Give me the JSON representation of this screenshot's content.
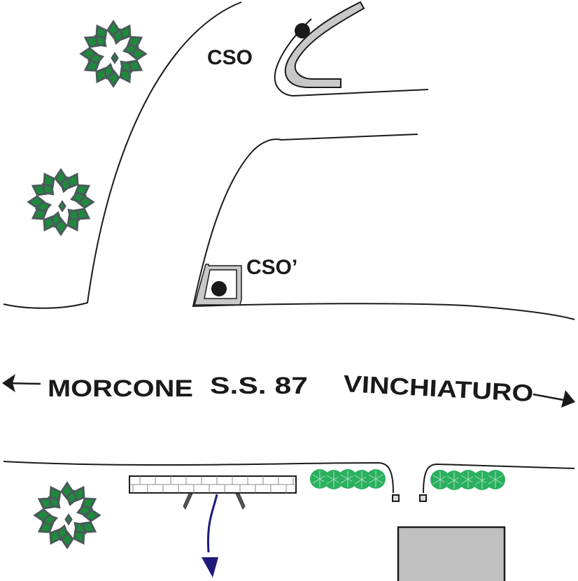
{
  "labels": {
    "cso": "CSO",
    "cso_prime": "CSO’",
    "west_destination": "MORCONE",
    "road_name": "S.S. 87",
    "east_destination": "VINCHIATURO"
  },
  "colors": {
    "line": "#1a1a1a",
    "channel_fill": "#c8c8c8",
    "tree_fill": "#1e8a3c",
    "tree_outline": "#4a5a5a",
    "hedge_fill": "#2bb060",
    "building_fill": "#c0c0c0",
    "flow_arrow": "#1f1a7a"
  },
  "elements": {
    "trees": [
      "tree-top-left",
      "tree-mid-left",
      "tree-bottom-left"
    ],
    "hedges": [
      "hedge-left-of-gate",
      "hedge-right-of-gate"
    ],
    "structures": [
      "cso-channel",
      "cso-prime-chamber",
      "wall",
      "gate-posts",
      "building"
    ]
  }
}
